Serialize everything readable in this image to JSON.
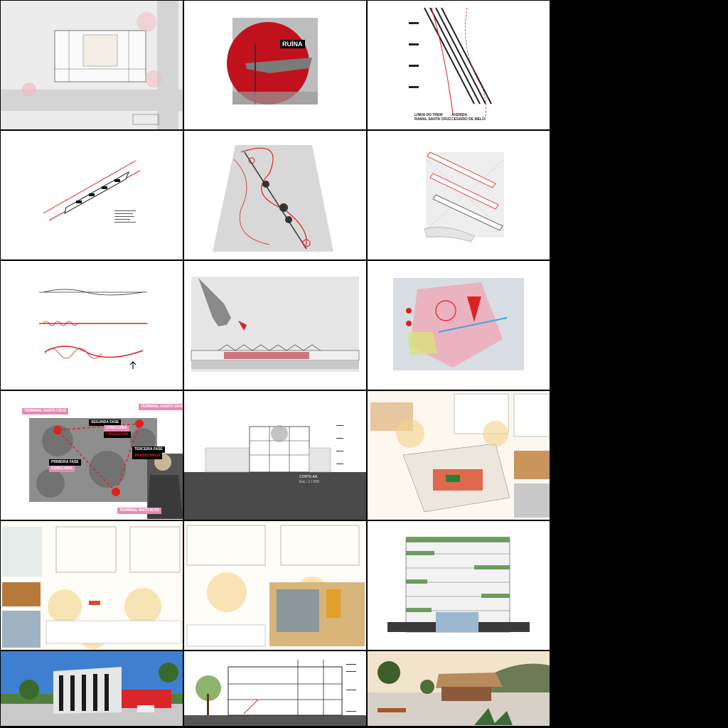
{
  "gallery": {
    "t2": {
      "label": "RUÍNA"
    },
    "t3": {
      "label_left": "LINHA DO TREM\nRAMAL SANTA CRUZ",
      "label_right": "AVENIDA\nCESÁRIO DE MELO"
    },
    "t10": {
      "labels": [
        "TERMINAL SANTA CRUZ",
        "TERMINAL CAMPO GRANDE",
        "SEGUNDA FASE",
        "CONCLUÍDA",
        "CANCELADA",
        "TERCEIRA FASE",
        "ABANDONADA",
        "PRIMEIRA FASE",
        "CONCLUÍDA",
        "TERMINAL MATO ALTO"
      ]
    },
    "t11": {
      "caption": "CORTE AA",
      "scale": "Esc.: 1 / 200"
    }
  },
  "colors": {
    "accent_red": "#e02020",
    "pink": "#e58bb5",
    "background": "#000000"
  }
}
